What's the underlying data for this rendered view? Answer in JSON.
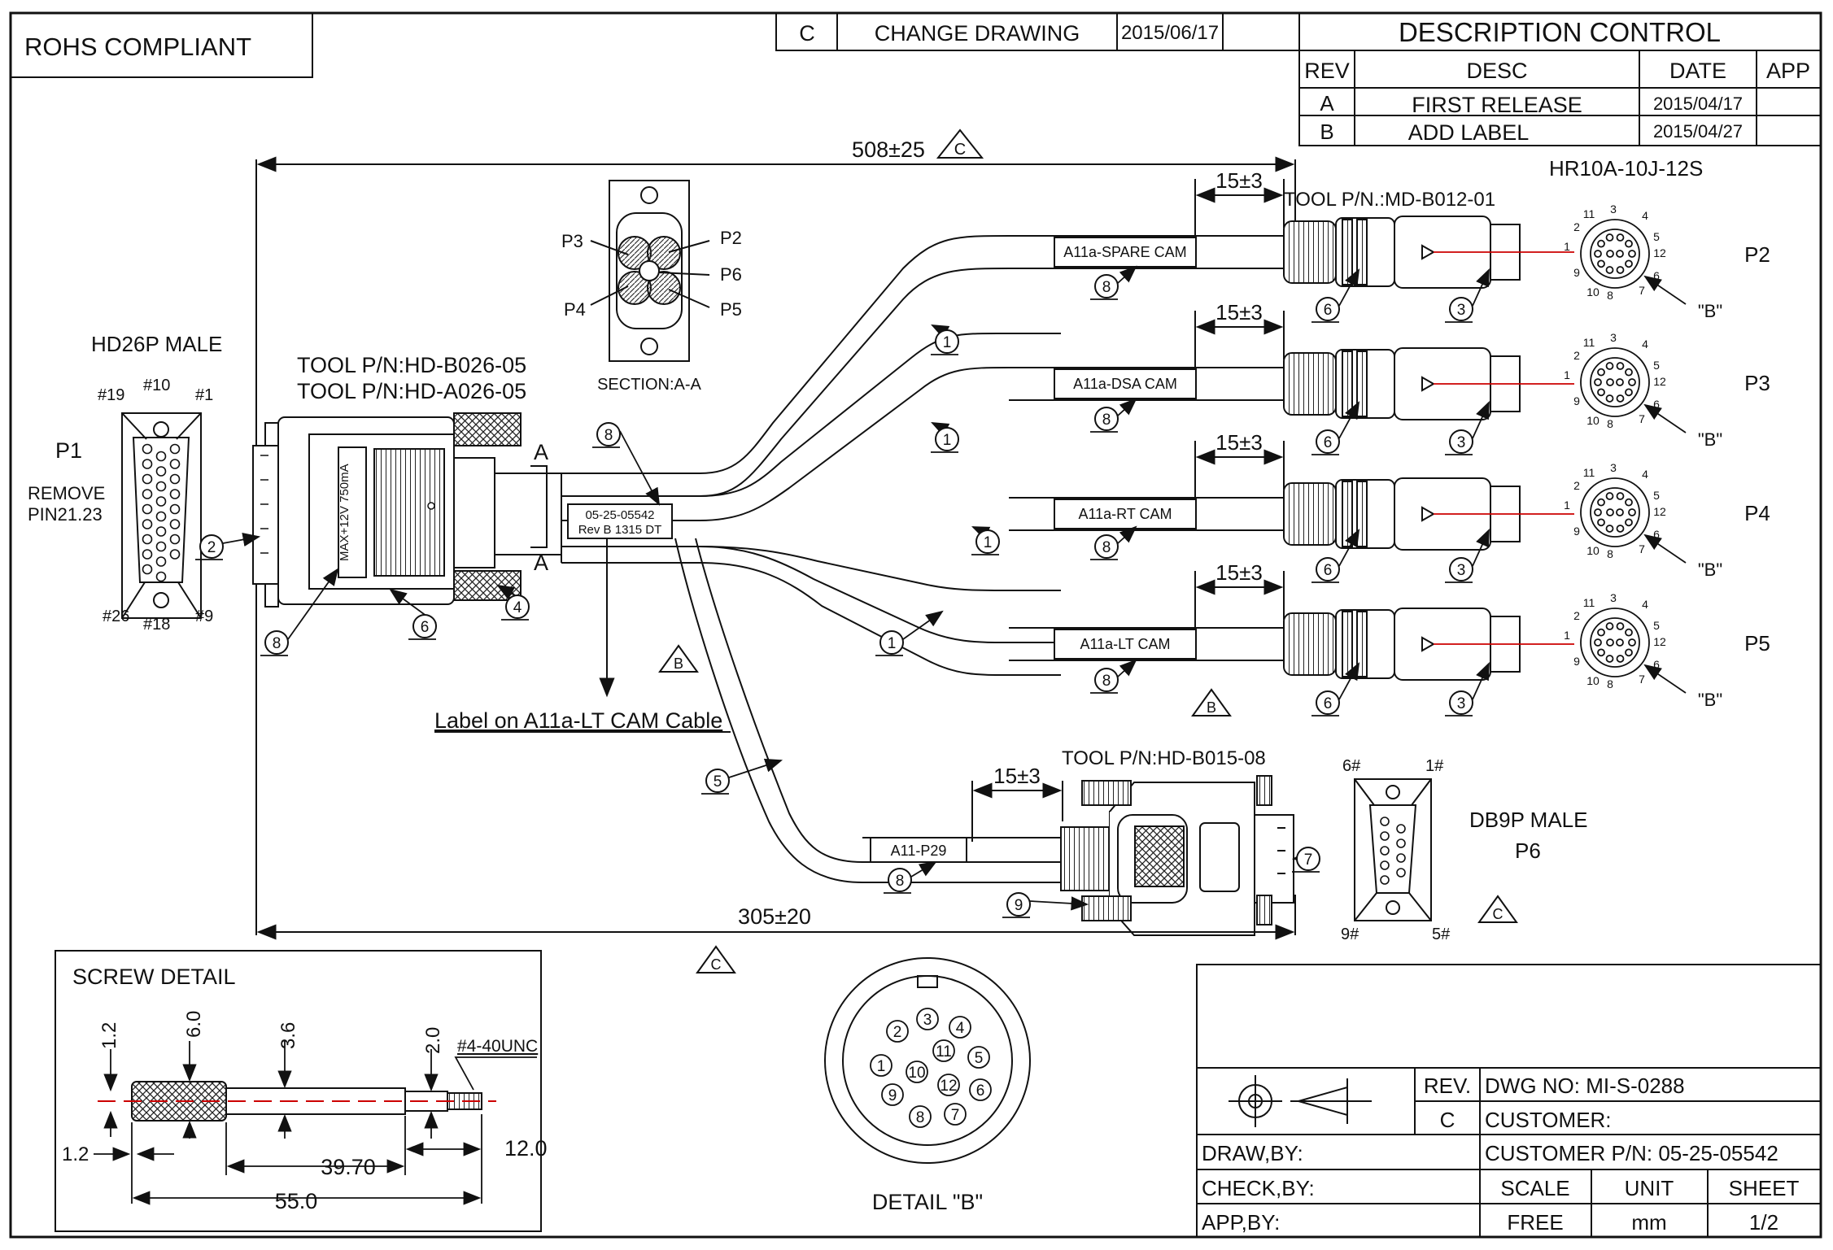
{
  "header": {
    "rohs": "ROHS COMPLIANT",
    "change": {
      "rev": "C",
      "desc": "CHANGE DRAWING",
      "date": "2015/06/17"
    },
    "desc_control": {
      "title": "DESCRIPTION  CONTROL",
      "columns": [
        "REV",
        "DESC",
        "DATE",
        "APP"
      ],
      "rows": [
        {
          "rev": "A",
          "desc": "FIRST RELEASE",
          "date": "2015/04/17"
        },
        {
          "rev": "B",
          "desc": "ADD LABEL",
          "date": "2015/04/27"
        }
      ]
    }
  },
  "dims": {
    "overall": "508±25",
    "lower": "305±20",
    "strip": "15±3",
    "rev_c": "C",
    "rev_b": "B"
  },
  "p1": {
    "title": "HD26P MALE",
    "name": "P1",
    "note1": "REMOVE",
    "note2": "PIN21.23",
    "pins": {
      "p19": "#19",
      "p10": "#10",
      "p1": "#1",
      "p26": "#26",
      "p18": "#18",
      "p9": "#9"
    }
  },
  "tool_main": {
    "line1": "TOOL P/N:HD-B026-05",
    "line2": "TOOL P/N:HD-A026-05"
  },
  "max_label": "MAX+12V 750mA",
  "section": {
    "p3": "P3",
    "p2": "P2",
    "p6": "P6",
    "p4": "P4",
    "p5": "P5",
    "caption": "SECTION:A-A",
    "a": "A"
  },
  "main_label": {
    "line1": "05-25-05542",
    "line2": "Rev B 1315 DT"
  },
  "label_note": "Label on A11a-LT CAM Cable",
  "tool_circ": "TOOL P/N.:MD-B012-01",
  "hr_title": "HR10A-10J-12S",
  "cables": [
    {
      "label": "A11a-SPARE CAM",
      "plug": "P2"
    },
    {
      "label": "A11a-DSA CAM",
      "plug": "P3"
    },
    {
      "label": "A11a-RT CAM",
      "plug": "P4"
    },
    {
      "label": "A11a-LT CAM",
      "plug": "P5"
    }
  ],
  "face_pins": [
    "1",
    "2",
    "3",
    "4",
    "5",
    "12",
    "6",
    "7",
    "8",
    "9",
    "10",
    "11"
  ],
  "face_b": "\"B\"",
  "callouts": {
    "c1": "1",
    "c2": "2",
    "c3": "3",
    "c4": "4",
    "c5": "5",
    "c6": "6",
    "c7": "7",
    "c8": "8",
    "c9": "9"
  },
  "db9": {
    "tool": "TOOL P/N:HD-B015-08",
    "cable": "A11-P29",
    "title": "DB9P MALE",
    "name": "P6",
    "pins": {
      "p6": "6#",
      "p1": "1#",
      "p9": "9#",
      "p5": "5#"
    }
  },
  "screw": {
    "title": "SCREW DETAIL",
    "d12a": "1.2",
    "d60": "6.0",
    "d36": "3.6",
    "d20": "2.0",
    "thread": "#4-40UNC",
    "d12b": "1.2",
    "d3970": "39.70",
    "d120": "12.0",
    "d550": "55.0"
  },
  "detail_b": {
    "caption": "DETAIL \"B\"",
    "pins": [
      "1",
      "2",
      "3",
      "4",
      "5",
      "6",
      "7",
      "8",
      "9",
      "10",
      "11",
      "12"
    ]
  },
  "title_block": {
    "rev_label": "REV.",
    "rev": "C",
    "dwg": "DWG NO:  MI-S-0288",
    "customer": "CUSTOMER:",
    "cust_pn": "CUSTOMER P/N: 05-25-05542",
    "draw": "DRAW,BY:",
    "check": "CHECK,BY:",
    "app": "APP,BY:",
    "scale_h": "SCALE",
    "unit_h": "UNIT",
    "sheet_h": "SHEET",
    "scale": "FREE",
    "unit": "mm",
    "sheet": "1/2"
  }
}
